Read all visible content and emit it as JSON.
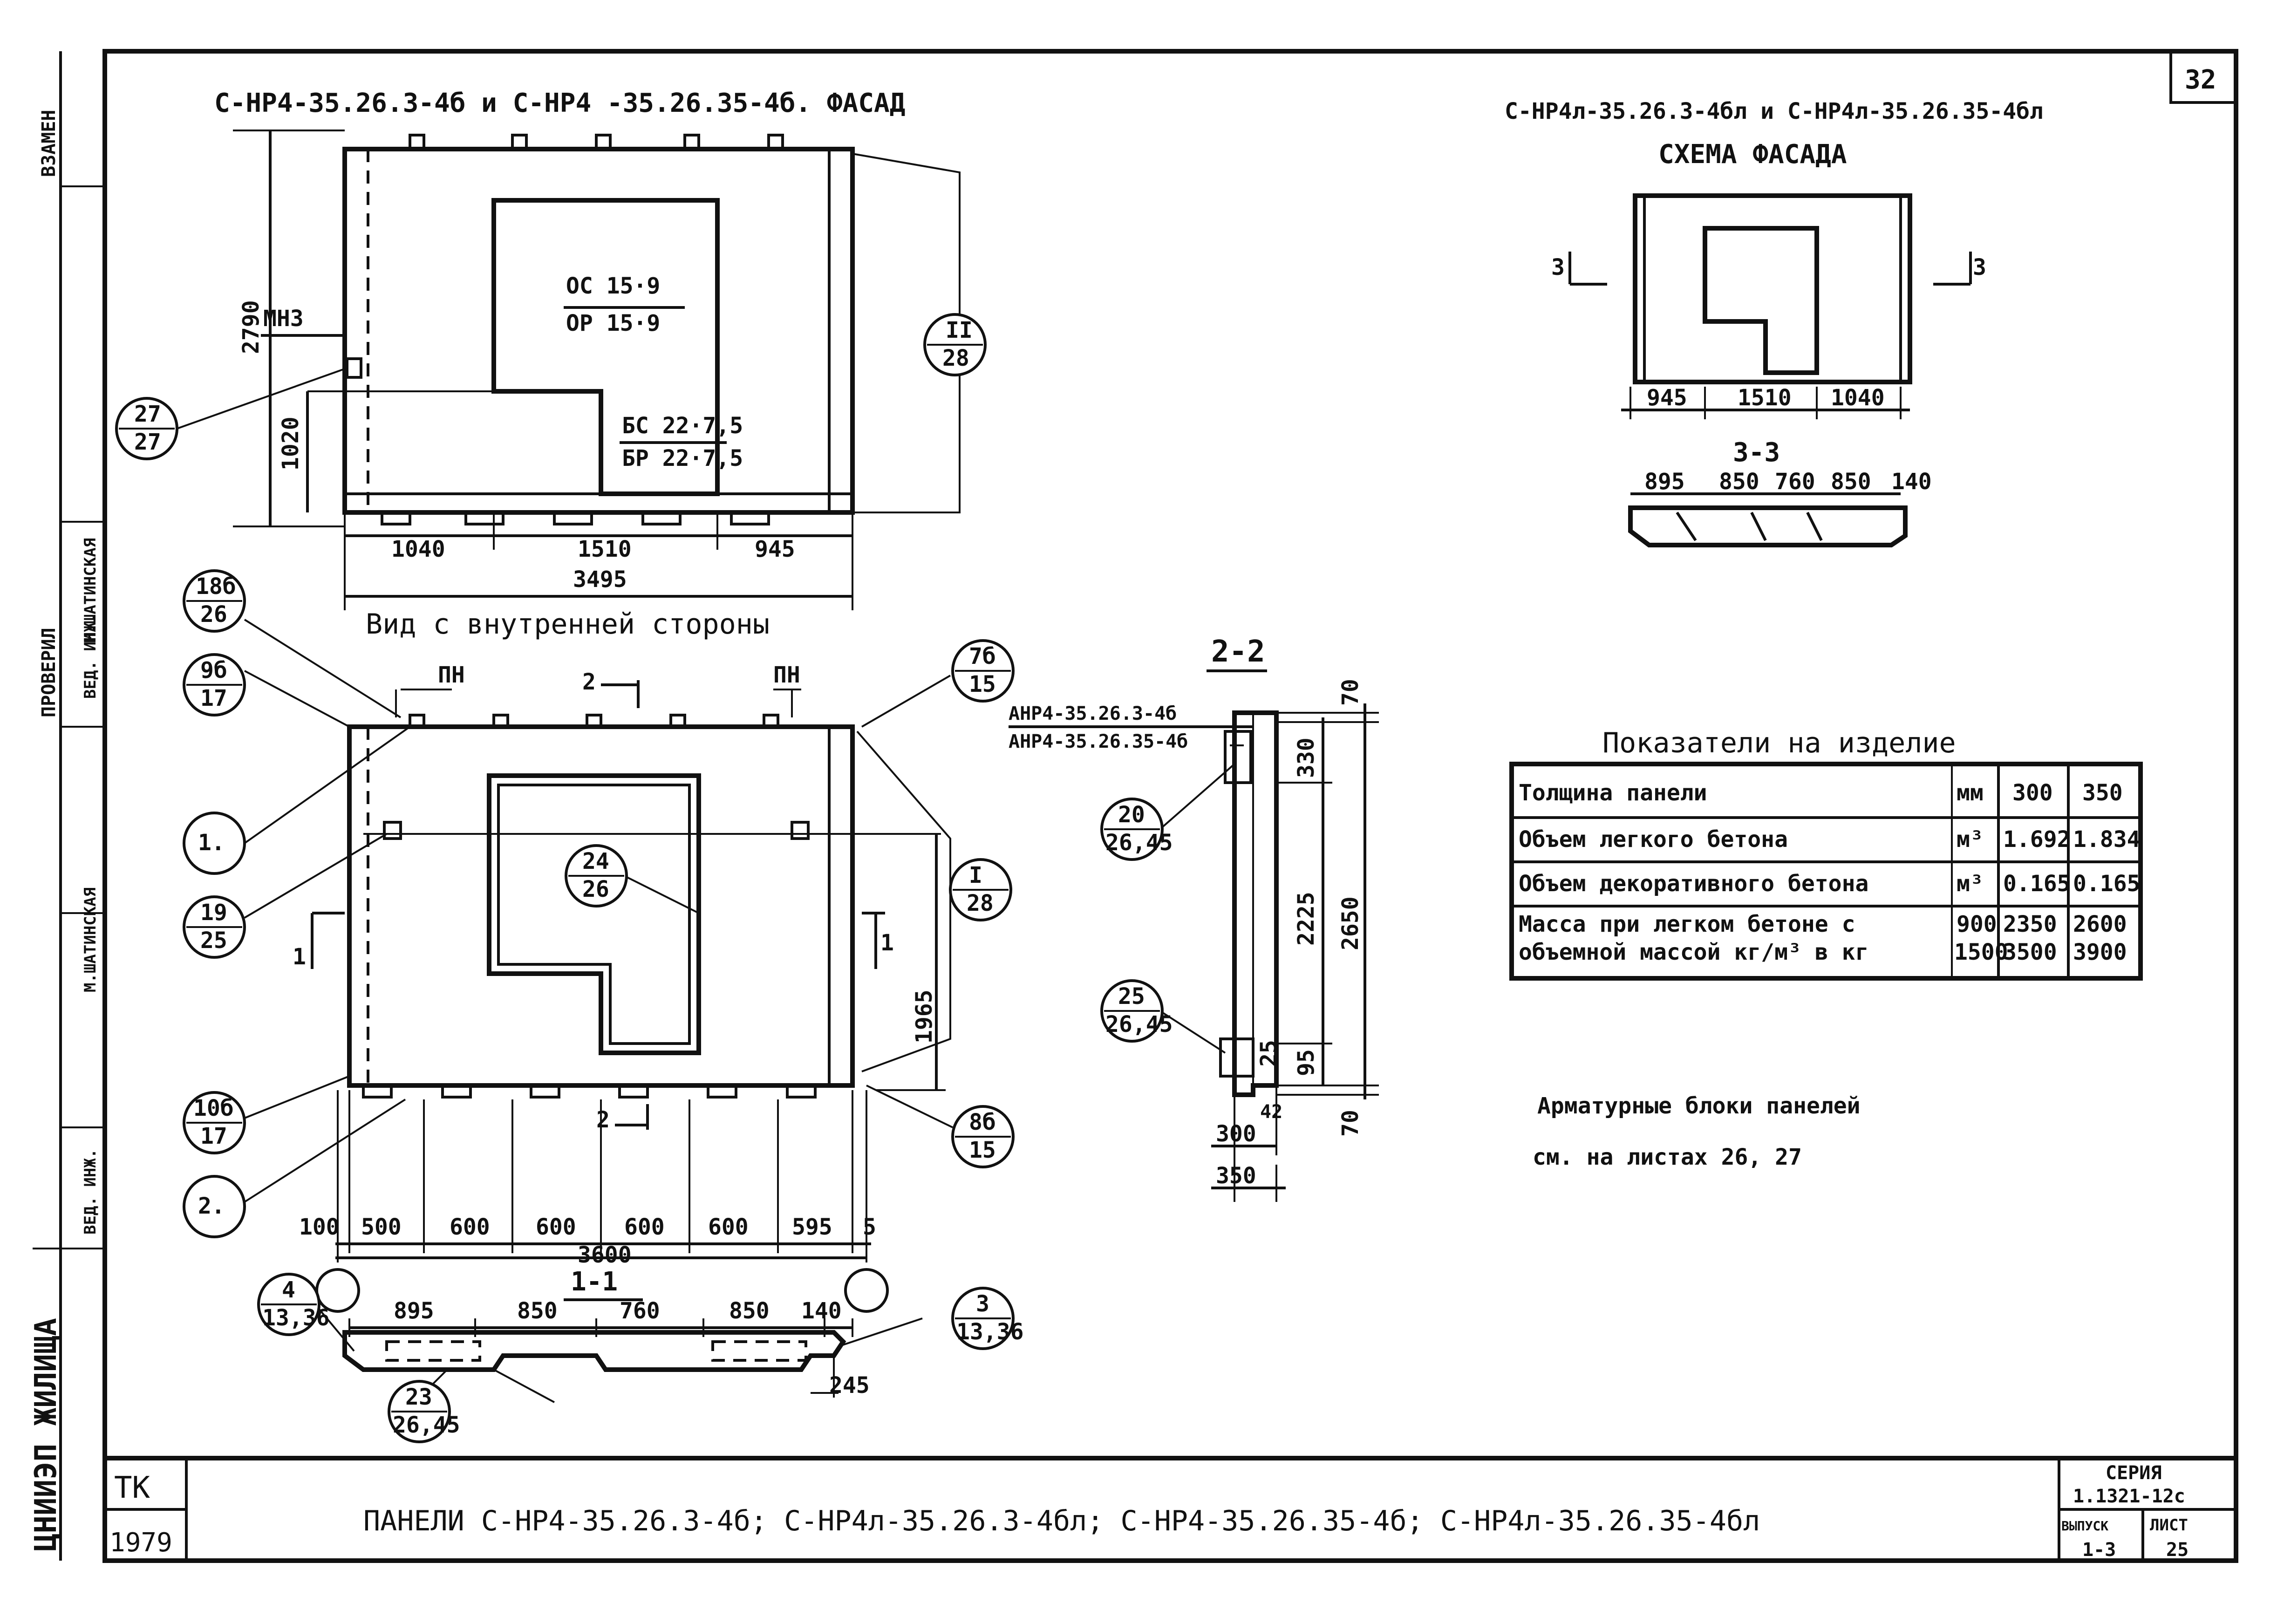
{
  "sheet": {
    "number": "32",
    "org_vertical": "ЦНИИЭП ЖИЛИЩА",
    "stamp_vertical_labels": [
      "ВЗАМЕН",
      "ПРОВЕРИЛ",
      "ВЕД. ИНЖ.",
      "М.ШАТИНСКАЯ",
      "ВЕД. ИНЖ.",
      "М.ШАТИНСКАЯ"
    ],
    "tk": "ТК",
    "year": "1979",
    "title": "ПАНЕЛИ  С-НР4-35.26.3-4б;  С-НР4л-35.26.3-4бл; С-НР4-35.26.35-4б;  С-НР4л-35.26.35-4бл",
    "series_label": "СЕРИЯ",
    "series_value": "1.1321-12с",
    "issue_label": "ВЫПУСК",
    "issue_value": "1-3",
    "list_label": "ЛИСТ",
    "list_value": "25"
  },
  "facade": {
    "title": "С-НР4-35.26.3-4б и С-НР4 -35.26.35-4б. ФАСАД",
    "window_labels": [
      "ОС 15·9",
      "ОР 15·9"
    ],
    "door_labels": [
      "БС 22·7,5",
      "БР 22·7,5"
    ],
    "mn_label": "МН3",
    "height_dims": [
      "2790",
      "1020"
    ],
    "bottom_dims": [
      "1040",
      "1510",
      "945"
    ],
    "total_dim": "3495",
    "callouts": [
      {
        "top": "27",
        "bottom": "27"
      },
      {
        "top": "II",
        "bottom": "28"
      }
    ]
  },
  "interior": {
    "title": "Вид с внутренней стороны",
    "pn_labels": [
      "ПН",
      "ПН"
    ],
    "section_mark": "2",
    "height_dim": "1965",
    "bottom_dims": [
      "100",
      "500",
      "600",
      "600",
      "600",
      "600",
      "595",
      "5"
    ],
    "total_dim": "3600",
    "section_side_mark": "1",
    "callouts": [
      {
        "top": "18б",
        "bottom": "26"
      },
      {
        "top": "9б",
        "bottom": "17"
      },
      {
        "top": "1.",
        "bottom": ""
      },
      {
        "top": "19",
        "bottom": "25"
      },
      {
        "top": "10б",
        "bottom": "17"
      },
      {
        "top": "2.",
        "bottom": ""
      },
      {
        "top": "7б",
        "bottom": "15"
      },
      {
        "top": "I",
        "bottom": "28"
      },
      {
        "top": "8б",
        "bottom": "15"
      },
      {
        "top": "24",
        "bottom": "26"
      }
    ]
  },
  "section_11": {
    "title": "1-1",
    "dims": [
      "895",
      "850",
      "760",
      "850",
      "140"
    ],
    "dim_245": "245",
    "callouts": [
      {
        "top": "4",
        "bottom": "13,36"
      },
      {
        "top": "3",
        "bottom": "13,36"
      },
      {
        "top": "23",
        "bottom": "26,45"
      }
    ]
  },
  "section_22": {
    "title": "2-2",
    "block_labels": [
      "АНР4-35.26.3-4б",
      "АНР4-35.26.35-4б"
    ],
    "right_dims": [
      "70",
      "330",
      "2225",
      "2650",
      "25",
      "95",
      "70"
    ],
    "dim_42": "42",
    "bottom_dims": [
      "300",
      "350"
    ],
    "callouts": [
      {
        "top": "20",
        "bottom": "26,45"
      },
      {
        "top": "25",
        "bottom": "26,45"
      }
    ]
  },
  "scheme": {
    "title": "С-НР4л-35.26.3-4бл и С-НР4л-35.26.35-4бл",
    "subtitle": "СХЕМА ФАСАДА",
    "section_mark": "3",
    "dims": [
      "945",
      "1510",
      "1040"
    ],
    "section_title": "3-3",
    "section_dims": [
      "895",
      "850",
      "760",
      "850",
      "140"
    ]
  },
  "indicators": {
    "title": "Показатели на изделие",
    "rows": [
      {
        "name": "Толщина панели",
        "unit": "мм",
        "v300": "300",
        "v350": "350"
      },
      {
        "name": "Объем легкого бетона",
        "unit": "м³",
        "v300": "1.692",
        "v350": "1.834"
      },
      {
        "name": "Объем декоративного бетона",
        "unit": "м³",
        "v300": "0.165",
        "v350": "0.165"
      }
    ],
    "mass": {
      "name_line1": "Масса при легком бетоне с",
      "name_line2": "объемной массой кг/м³ в кг",
      "d1": "900",
      "d2": "1500",
      "a300": "2350",
      "a350": "2600",
      "b300": "3500",
      "b350": "3900"
    }
  },
  "note": {
    "line1": "Арматурные блоки панелей",
    "line2": "см. на листах 26, 27"
  }
}
